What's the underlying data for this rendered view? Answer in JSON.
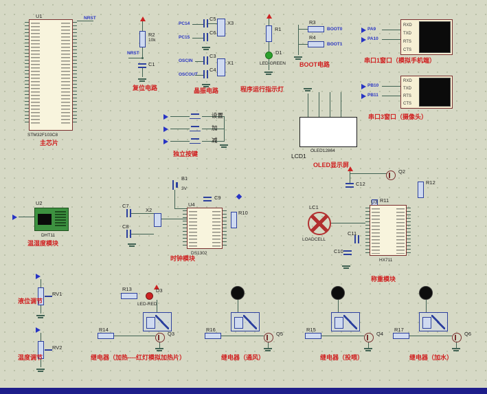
{
  "colors": {
    "background": "#d6d9c5",
    "red_label": "#d02020",
    "wire": "#3f6152",
    "net_blue": "#2834c4",
    "ic_outline": "#7a2e2e",
    "statusbar": "#1d1d8a"
  },
  "chip": {
    "ref": "U1",
    "part": "STM32F103C8",
    "label": "主芯片",
    "pin_top": "NRST"
  },
  "reset": {
    "label": "复位电路",
    "r": "R2",
    "r_val": "10k",
    "c": "C1",
    "net": "NRST"
  },
  "xtal": {
    "label": "晶振电路",
    "x_top": "X3",
    "x_bot": "X1",
    "c1": "C5",
    "c2": "C6",
    "c3": "C3",
    "c4": "C4",
    "n1": "PC14",
    "n2": "PC15",
    "n3": "OSCIN",
    "n4": "OSCOUT"
  },
  "runled": {
    "label": "程序运行指示灯",
    "r": "R1",
    "d": "D1",
    "part": "LED-GREEN"
  },
  "boot": {
    "label": "BOOT电路",
    "r3": "R3",
    "r4": "R4",
    "n0": "BOOT0",
    "n1": "BOOT1"
  },
  "serial1": {
    "label": "串口1窗口（模拟手机端）",
    "n1": "PA9",
    "n2": "PA10",
    "pins": [
      "RXD",
      "TXD",
      "RTS",
      "CTS"
    ]
  },
  "serial3": {
    "label": "串口3窗口（摄像头）",
    "n1": "PB10",
    "n2": "PB11",
    "pins": [
      "RXD",
      "TXD",
      "RTS",
      "CTS"
    ]
  },
  "keys": {
    "label": "独立按键",
    "k1": "设置",
    "k2": "加",
    "k3": "减"
  },
  "oled": {
    "label": "OLED显示屏",
    "ref": "LCD1",
    "part": "OLED12864"
  },
  "dht": {
    "label": "温湿度模块",
    "ref": "U2",
    "part": "DHT11"
  },
  "clock": {
    "label": "时钟模块",
    "bat": "B1",
    "bat_val": "3V",
    "c7": "C7",
    "c8": "C8",
    "c9": "C9",
    "x": "X2",
    "r": "R10",
    "u": "U4",
    "part": "DS1302"
  },
  "weigh": {
    "label": "称重模块",
    "c12": "C12",
    "c11": "C11",
    "c10": "C10",
    "q": "Q2",
    "r11": "R11",
    "r12": "R12",
    "lc": "LC1",
    "lc_part": "LOADCELL",
    "u": "U3",
    "part": "HX711"
  },
  "rv1": {
    "ref": "RV1",
    "label": "液位调节"
  },
  "rv2": {
    "ref": "RV2",
    "label": "温度调节"
  },
  "relay1": {
    "label": "继电器（加热----红灯模拟加热片）",
    "r_top": "R13",
    "d": "D3",
    "d_part": "LED-RED",
    "r": "R14",
    "q": "Q3"
  },
  "relay2": {
    "label": "继电器（通风）",
    "r": "R16",
    "q": "Q5"
  },
  "relay3": {
    "label": "继电器（投喂）",
    "r": "R15",
    "q": "Q4"
  },
  "relay4": {
    "label": "继电器（加水）",
    "r": "R17",
    "q": "Q6"
  }
}
